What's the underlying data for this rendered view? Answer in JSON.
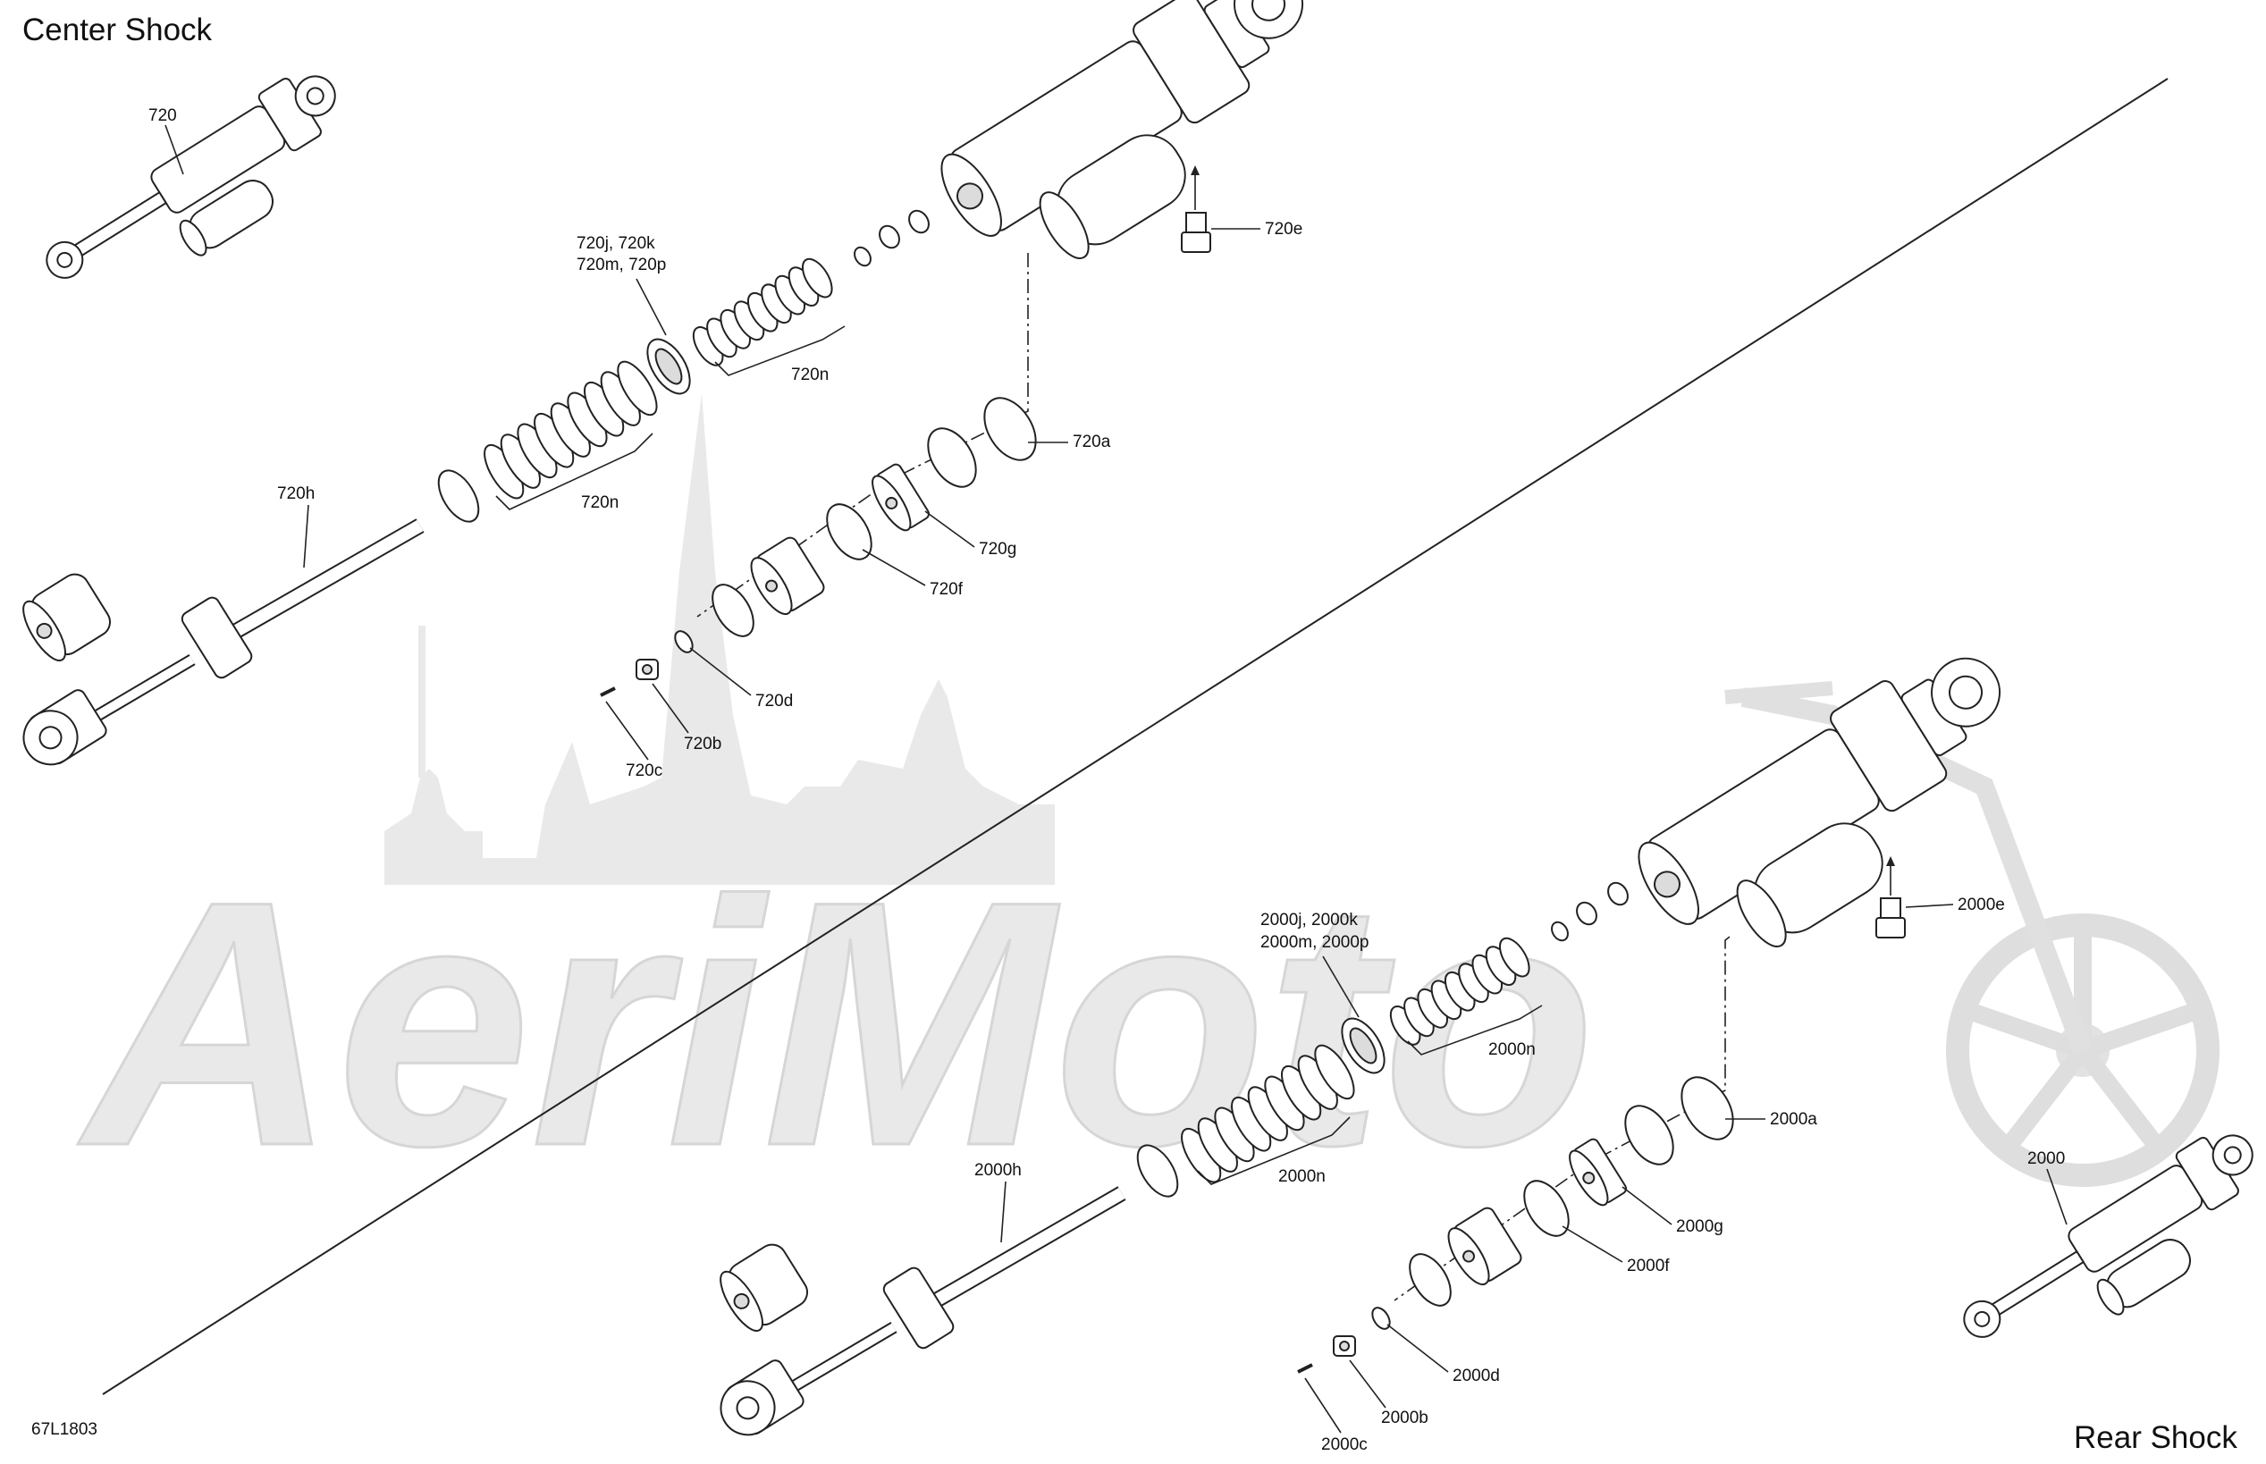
{
  "sections": {
    "center": "Center Shock",
    "rear": "Rear Shock"
  },
  "drawing_number": "67L1803",
  "center_callouts": {
    "assembly": "720",
    "rod": "720h",
    "piston_line1": "720j, 720k",
    "piston_line2": "720m, 720p",
    "shim_large": "720n",
    "shim_small": "720n",
    "reservoir_valve": "720e",
    "oring_large": "720a",
    "bearing": "720g",
    "seal": "720f",
    "cap": "720d",
    "nut": "720b",
    "screw": "720c"
  },
  "rear_callouts": {
    "assembly": "2000",
    "rod": "2000h",
    "piston_line1": "2000j, 2000k",
    "piston_line2": "2000m, 2000p",
    "shim_large": "2000n",
    "shim_small": "2000n",
    "reservoir_valve": "2000e",
    "oring_large": "2000a",
    "bearing": "2000g",
    "seal": "2000f",
    "cap": "2000d",
    "nut": "2000b",
    "screw": "2000c"
  },
  "watermark": {
    "text": "AeriMoto"
  }
}
